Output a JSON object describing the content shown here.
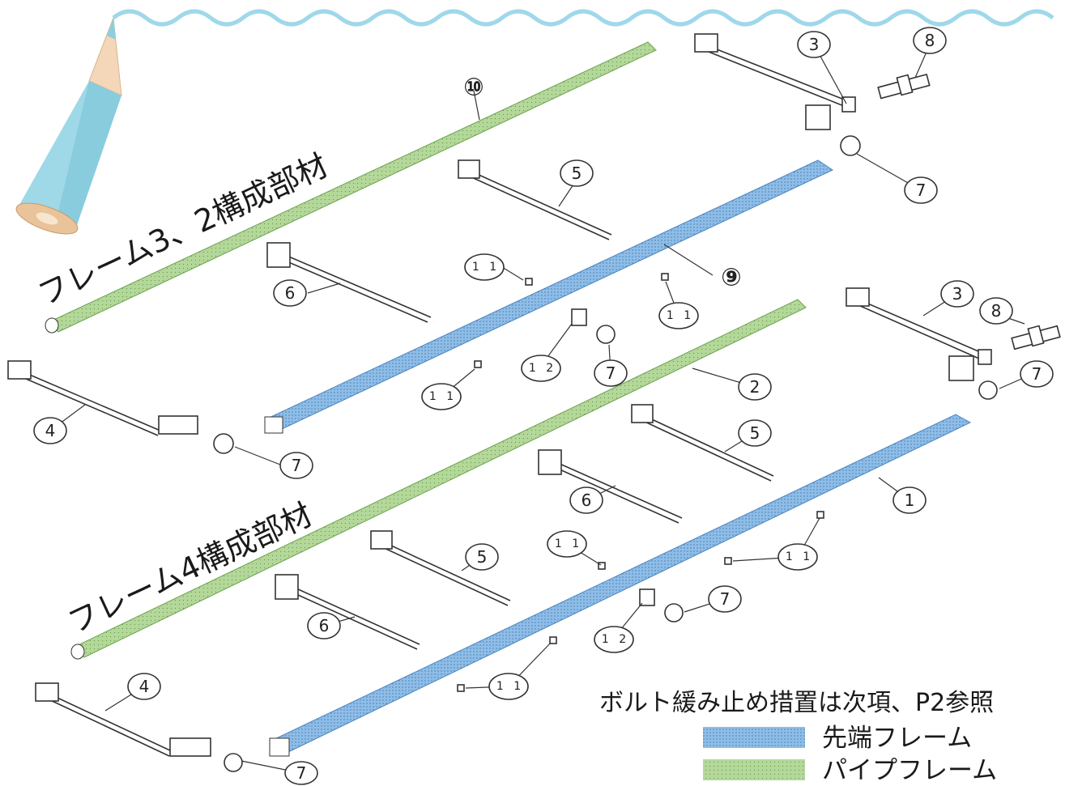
{
  "titles": {
    "frame32": "フレーム3、2構成部材",
    "frame4": "フレーム4構成部材"
  },
  "note": "ボルト緩み止め措置は次項、P2参照",
  "legend": {
    "tip_frame": "先端フレーム",
    "pipe_frame": "パイプフレーム"
  },
  "colors": {
    "tip_frame": "#7fb2e0",
    "pipe_frame": "#a9cf8a",
    "wave": "#9fd8ea",
    "pencil": "#9fd8e6"
  },
  "callouts": [
    "3",
    "8",
    "⑩",
    "5",
    "7",
    "⑨",
    "1 1",
    "1 1",
    "6",
    "3",
    "8",
    "1 2",
    "7",
    "7",
    "2",
    "1 1",
    "4",
    "7",
    "5",
    "1",
    "6",
    "1 1",
    "5",
    "1 1",
    "7",
    "6",
    "1 2",
    "4",
    "1 1",
    "7"
  ]
}
